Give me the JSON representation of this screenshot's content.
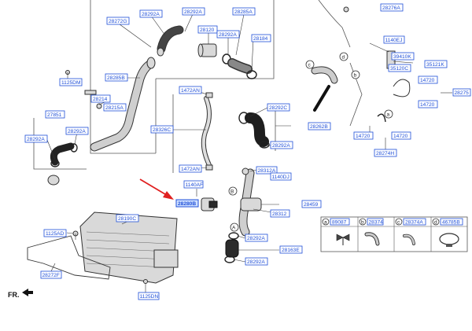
{
  "direction_label": "FR.",
  "labels": {
    "l28272G": "28272G",
    "l28292A_top": "28292A",
    "l28292A_top2": "28292A",
    "l28285A": "28285A",
    "l28120": "28120",
    "l28292A_mid": "28292A",
    "l28184": "28184",
    "l1125DM": "1125DM",
    "l28285B": "28285B",
    "l28214": "28214",
    "l28215A": "28215A",
    "l27851": "27851",
    "l28292A_left1": "28292A",
    "l28292A_left2": "28292A",
    "l1472AN_top": "1472AN",
    "l28326C": "28326C",
    "l1472AN_bot": "1472AN",
    "l1140AF": "1140AF",
    "l28280B": "28280B",
    "l28292C": "28292C",
    "l28262B": "28262B",
    "l28292A_r": "28292A",
    "l28312A": "28312A",
    "l1140DJ": "1140DJ",
    "l28459": "28459",
    "l28312": "28312",
    "l28292A_b1": "28292A",
    "l28163E": "28163E",
    "l28292A_b2": "28292A",
    "l1125AD": "1125AD",
    "l28190C": "28190C",
    "l28272F": "28272F",
    "l1125DN": "1125DN",
    "l28276A": "28276A",
    "l1140EJ": "1140EJ",
    "l39410K": "39410K",
    "l35121K": "35121K",
    "l35120C": "35120C",
    "l14720_a": "14720",
    "l28275": "28275",
    "l14720_b": "14720",
    "l14720_c": "14720",
    "l14720_d": "14720",
    "l28274H": "28274H"
  },
  "callouts": {
    "a": "a",
    "b": "b",
    "c": "c",
    "d": "d",
    "A": "A",
    "B": "B"
  },
  "legend": [
    {
      "key": "a",
      "part": "89087"
    },
    {
      "key": "b",
      "part": "28374"
    },
    {
      "key": "c",
      "part": "28374A"
    },
    {
      "key": "d",
      "part": "46785B"
    }
  ],
  "highlight_color": "#1f4fd8",
  "arrow_color": "#e02020"
}
